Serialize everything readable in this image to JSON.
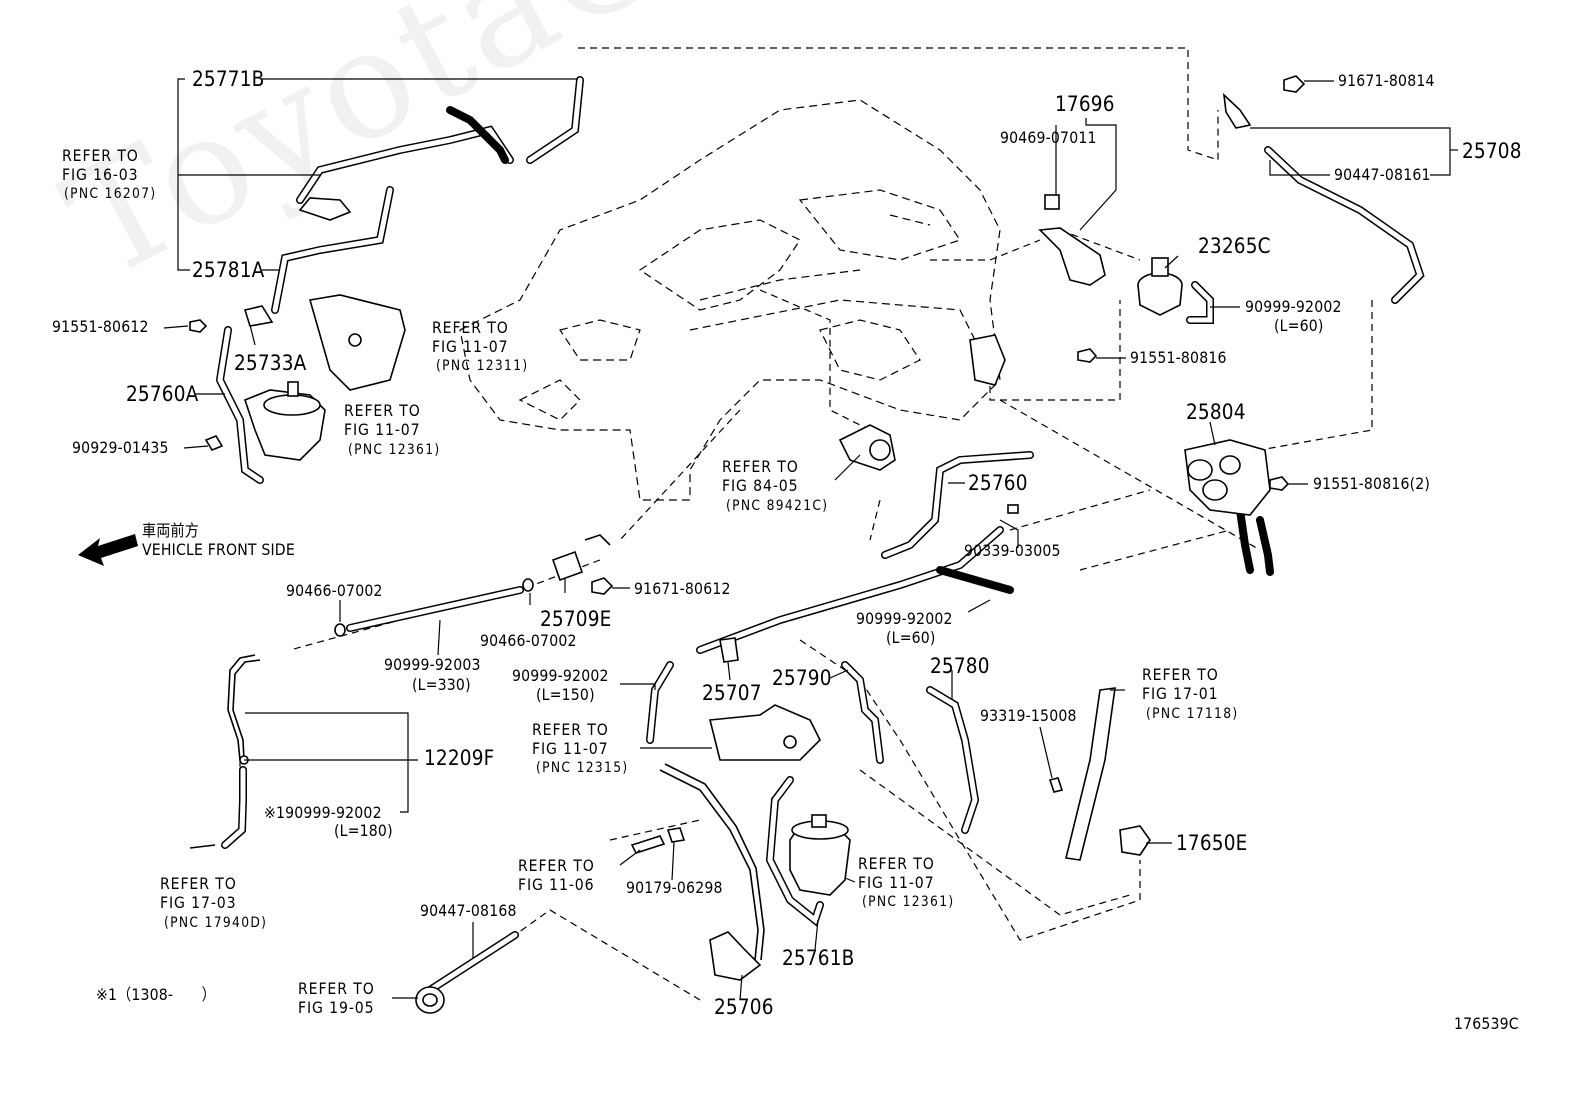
{
  "watermark": "ToyotaCarMire.ru",
  "direction": {
    "ja": "車両前方",
    "en": "VEHICLE FRONT SIDE"
  },
  "footnote": "※1（1308-　　）",
  "diagram_id": "176539C",
  "parts": {
    "p25771B": "25771B",
    "p25781A": "25781A",
    "p25733A": "25733A",
    "p25760A": "25760A",
    "p17696": "17696",
    "p23265C": "23265C",
    "p25708": "25708",
    "p25804": "25804",
    "p25760": "25760",
    "p25709E": "25709E",
    "p25780": "25780",
    "p25790": "25790",
    "p25707": "25707",
    "p12209F": "12209F",
    "p17650E": "17650E",
    "p25761B": "25761B",
    "p25706": "25706"
  },
  "numbers": {
    "n91551_80612": "91551-80612",
    "n90929_01435": "90929-01435",
    "n90469_07011": "90469-07011",
    "n91671_80814": "91671-80814",
    "n90447_08161": "90447-08161",
    "n90999_92002_a": "90999-92002",
    "n91551_80816": "91551-80816",
    "n91551_80816_2": "91551-80816(2)",
    "n90339_03005": "90339-03005",
    "n90999_92002_b": "90999-92002",
    "n90466_07002_a": "90466-07002",
    "n91671_80612": "91671-80612",
    "n90466_07002_b": "90466-07002",
    "n90999_92003": "90999-92003",
    "n90999_92002_c": "90999-92002",
    "n93319_15008": "93319-15008",
    "n90999_92002_d": "※190999-92002",
    "n90179_06298": "90179-06298",
    "n90447_08168": "90447-08168"
  },
  "lengths": {
    "l60_a": "(L=60)",
    "l60_b": "(L=60)",
    "l330": "(L=330)",
    "l150": "(L=150)",
    "l180": "(L=180)"
  },
  "refs": {
    "r16_03": {
      "l1": "REFER TO",
      "l2": "FIG 16-03",
      "pnc": "(PNC 16207)"
    },
    "r11_07a": {
      "l1": "REFER TO",
      "l2": "FIG 11-07",
      "pnc": "(PNC 12311)"
    },
    "r11_07b": {
      "l1": "REFER TO",
      "l2": "FIG 11-07",
      "pnc": "(PNC 12361)"
    },
    "r84_05": {
      "l1": "REFER TO",
      "l2": "FIG 84-05",
      "pnc": "(PNC 89421C)"
    },
    "r11_07c": {
      "l1": "REFER TO",
      "l2": "FIG 11-07",
      "pnc": "(PNC 12315)"
    },
    "r17_01": {
      "l1": "REFER TO",
      "l2": "FIG 17-01",
      "pnc": "(PNC 17118)"
    },
    "r17_03": {
      "l1": "REFER TO",
      "l2": "FIG 17-03",
      "pnc": "(PNC 17940D)"
    },
    "r11_06": {
      "l1": "REFER TO",
      "l2": "FIG 11-06"
    },
    "r11_07d": {
      "l1": "REFER TO",
      "l2": "FIG 11-07",
      "pnc": "(PNC 12361)"
    },
    "r19_05": {
      "l1": "REFER TO",
      "l2": "FIG 19-05"
    }
  }
}
